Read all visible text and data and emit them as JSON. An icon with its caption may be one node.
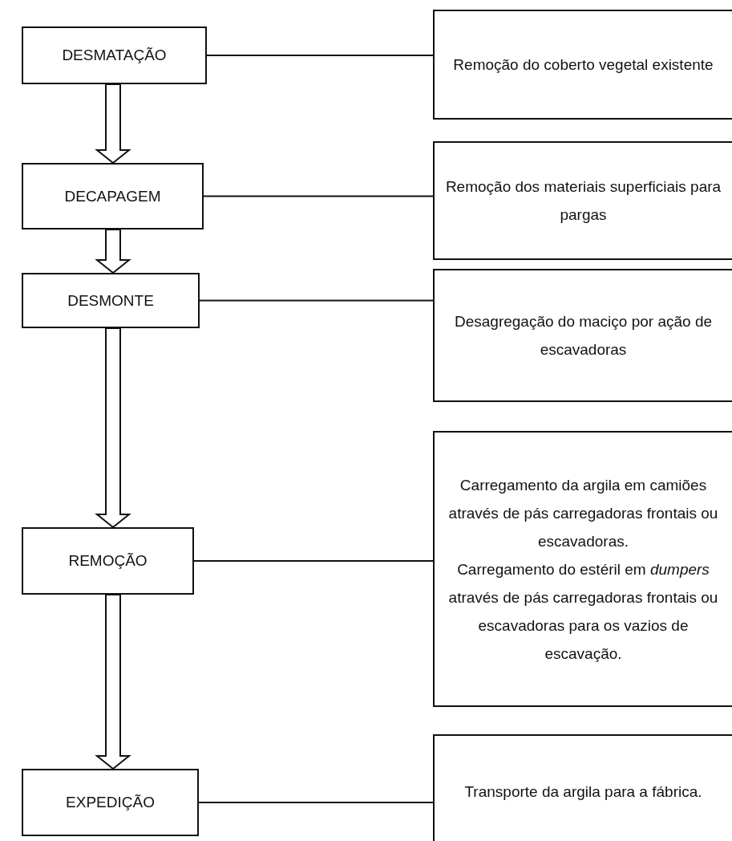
{
  "diagram": {
    "nodes": [
      {
        "text": [
          "DESMATAÇÃO"
        ]
      },
      {
        "text": [
          "DECAPAGEM"
        ]
      },
      {
        "text": [
          "DESMONTE"
        ]
      },
      {
        "text": [
          "REMOÇÃO"
        ]
      },
      {
        "text": [
          "EXPEDIÇÃO"
        ]
      },
      {
        "text": [
          "Remoção do coberto vegetal existente"
        ]
      },
      {
        "text": [
          "Remoção dos materiais superficiais para pargas"
        ]
      },
      {
        "text": [
          "Desagregação do maciço por ação de escavadoras"
        ]
      },
      {
        "text": [
          "Carregamento da argila em camiões através de pás carregadoras frontais ou escavadoras.",
          "Carregamento do estéril em *dumpers* através de pás carregadoras frontais ou escavadoras para os vazios de escavação."
        ]
      },
      {
        "text": [
          "Transporte da argila para a fábrica."
        ]
      }
    ],
    "edges": [
      {
        "from": 0,
        "to": 1,
        "arrow": "to",
        "style": "thick"
      },
      {
        "from": 1,
        "to": 2,
        "arrow": "to",
        "style": "thick"
      },
      {
        "from": 2,
        "to": 3,
        "arrow": "to",
        "style": "thick"
      },
      {
        "from": 3,
        "to": 4,
        "arrow": "to",
        "style": "thick"
      },
      {
        "from": 0,
        "to": 5,
        "arrow": "none"
      },
      {
        "from": 1,
        "to": 6,
        "arrow": "none"
      },
      {
        "from": 2,
        "to": 7,
        "arrow": "none"
      },
      {
        "from": 3,
        "to": 8,
        "arrow": "none"
      },
      {
        "from": 4,
        "to": 9,
        "arrow": "none"
      }
    ]
  }
}
